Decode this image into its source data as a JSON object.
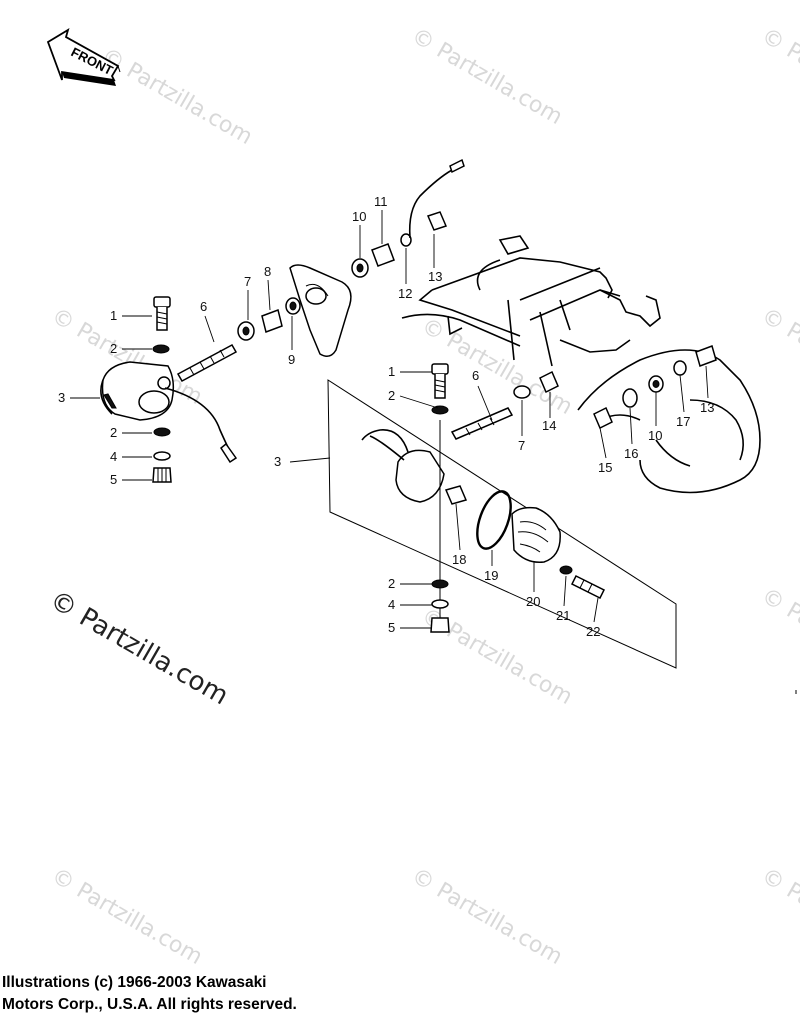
{
  "watermark": {
    "text": "© Partzilla.com"
  },
  "front_badge": {
    "label": "FRONT"
  },
  "footer": {
    "line1": "Illustrations (c) 1966-2003 Kawasaki",
    "line2": "Motors Corp., U.S.A.  All rights reserved."
  },
  "callouts": {
    "left": [
      "1",
      "2",
      "3",
      "2",
      "4",
      "5",
      "6",
      "7",
      "8",
      "9"
    ],
    "top": [
      "10",
      "11",
      "12",
      "13"
    ],
    "rear": [
      "1",
      "2",
      "3",
      "6",
      "7",
      "14",
      "15",
      "16",
      "10",
      "17",
      "13",
      "18",
      "19",
      "20",
      "21",
      "22",
      "2",
      "4",
      "5"
    ]
  }
}
